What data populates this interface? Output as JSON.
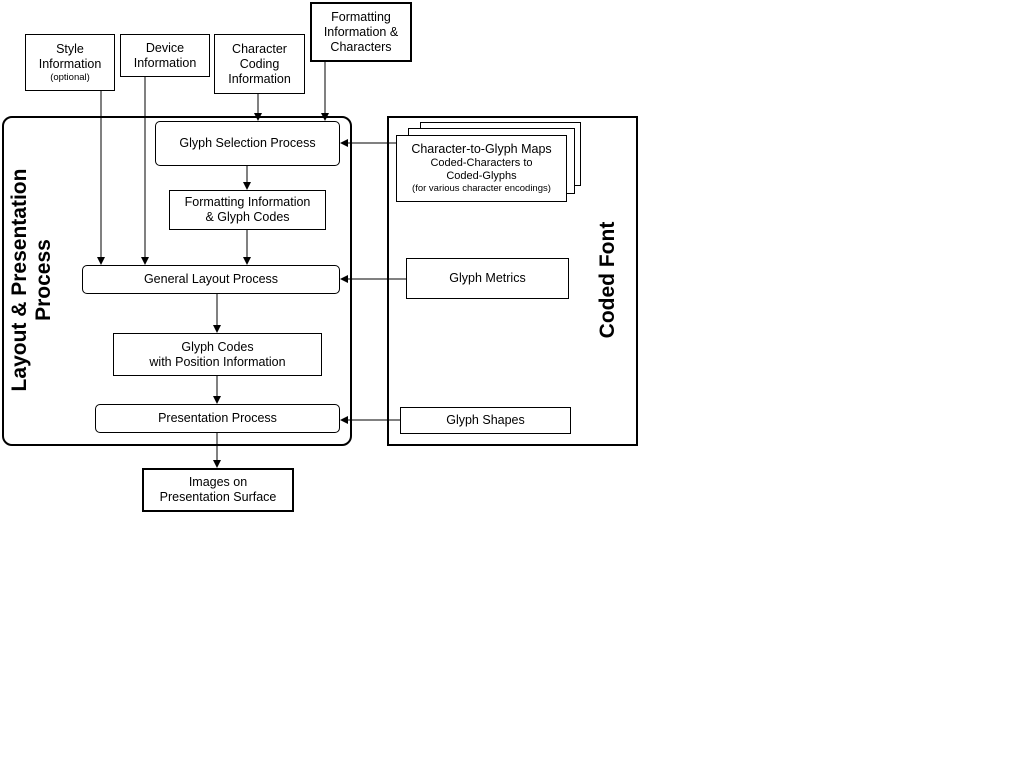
{
  "inputs": {
    "style": {
      "line1": "Style",
      "line2": "Information",
      "note": "(optional)"
    },
    "device": {
      "line1": "Device",
      "line2": "Information"
    },
    "char_coding": {
      "line1": "Character",
      "line2": "Coding",
      "line3": "Information"
    },
    "formatting_chars": {
      "line1": "Formatting",
      "line2": "Information &",
      "line3": "Characters"
    }
  },
  "layout_process": {
    "title_line1": "Layout & Presentation",
    "title_line2": "Process",
    "glyph_selection": "Glyph Selection Process",
    "formatting_glyph_codes": {
      "line1": "Formatting Information",
      "line2": "& Glyph Codes"
    },
    "general_layout": "General Layout Process",
    "glyph_codes_position": {
      "line1": "Glyph Codes",
      "line2": "with Position Information"
    },
    "presentation": "Presentation Process"
  },
  "coded_font": {
    "title": "Coded Font",
    "maps": {
      "title": "Character-to-Glyph Maps",
      "line2": "Coded-Characters to",
      "line3": "Coded-Glyphs",
      "note": "(for various character encodings)"
    },
    "glyph_metrics": "Glyph Metrics",
    "glyph_shapes": "Glyph Shapes"
  },
  "output": {
    "line1": "Images on",
    "line2": "Presentation Surface"
  }
}
